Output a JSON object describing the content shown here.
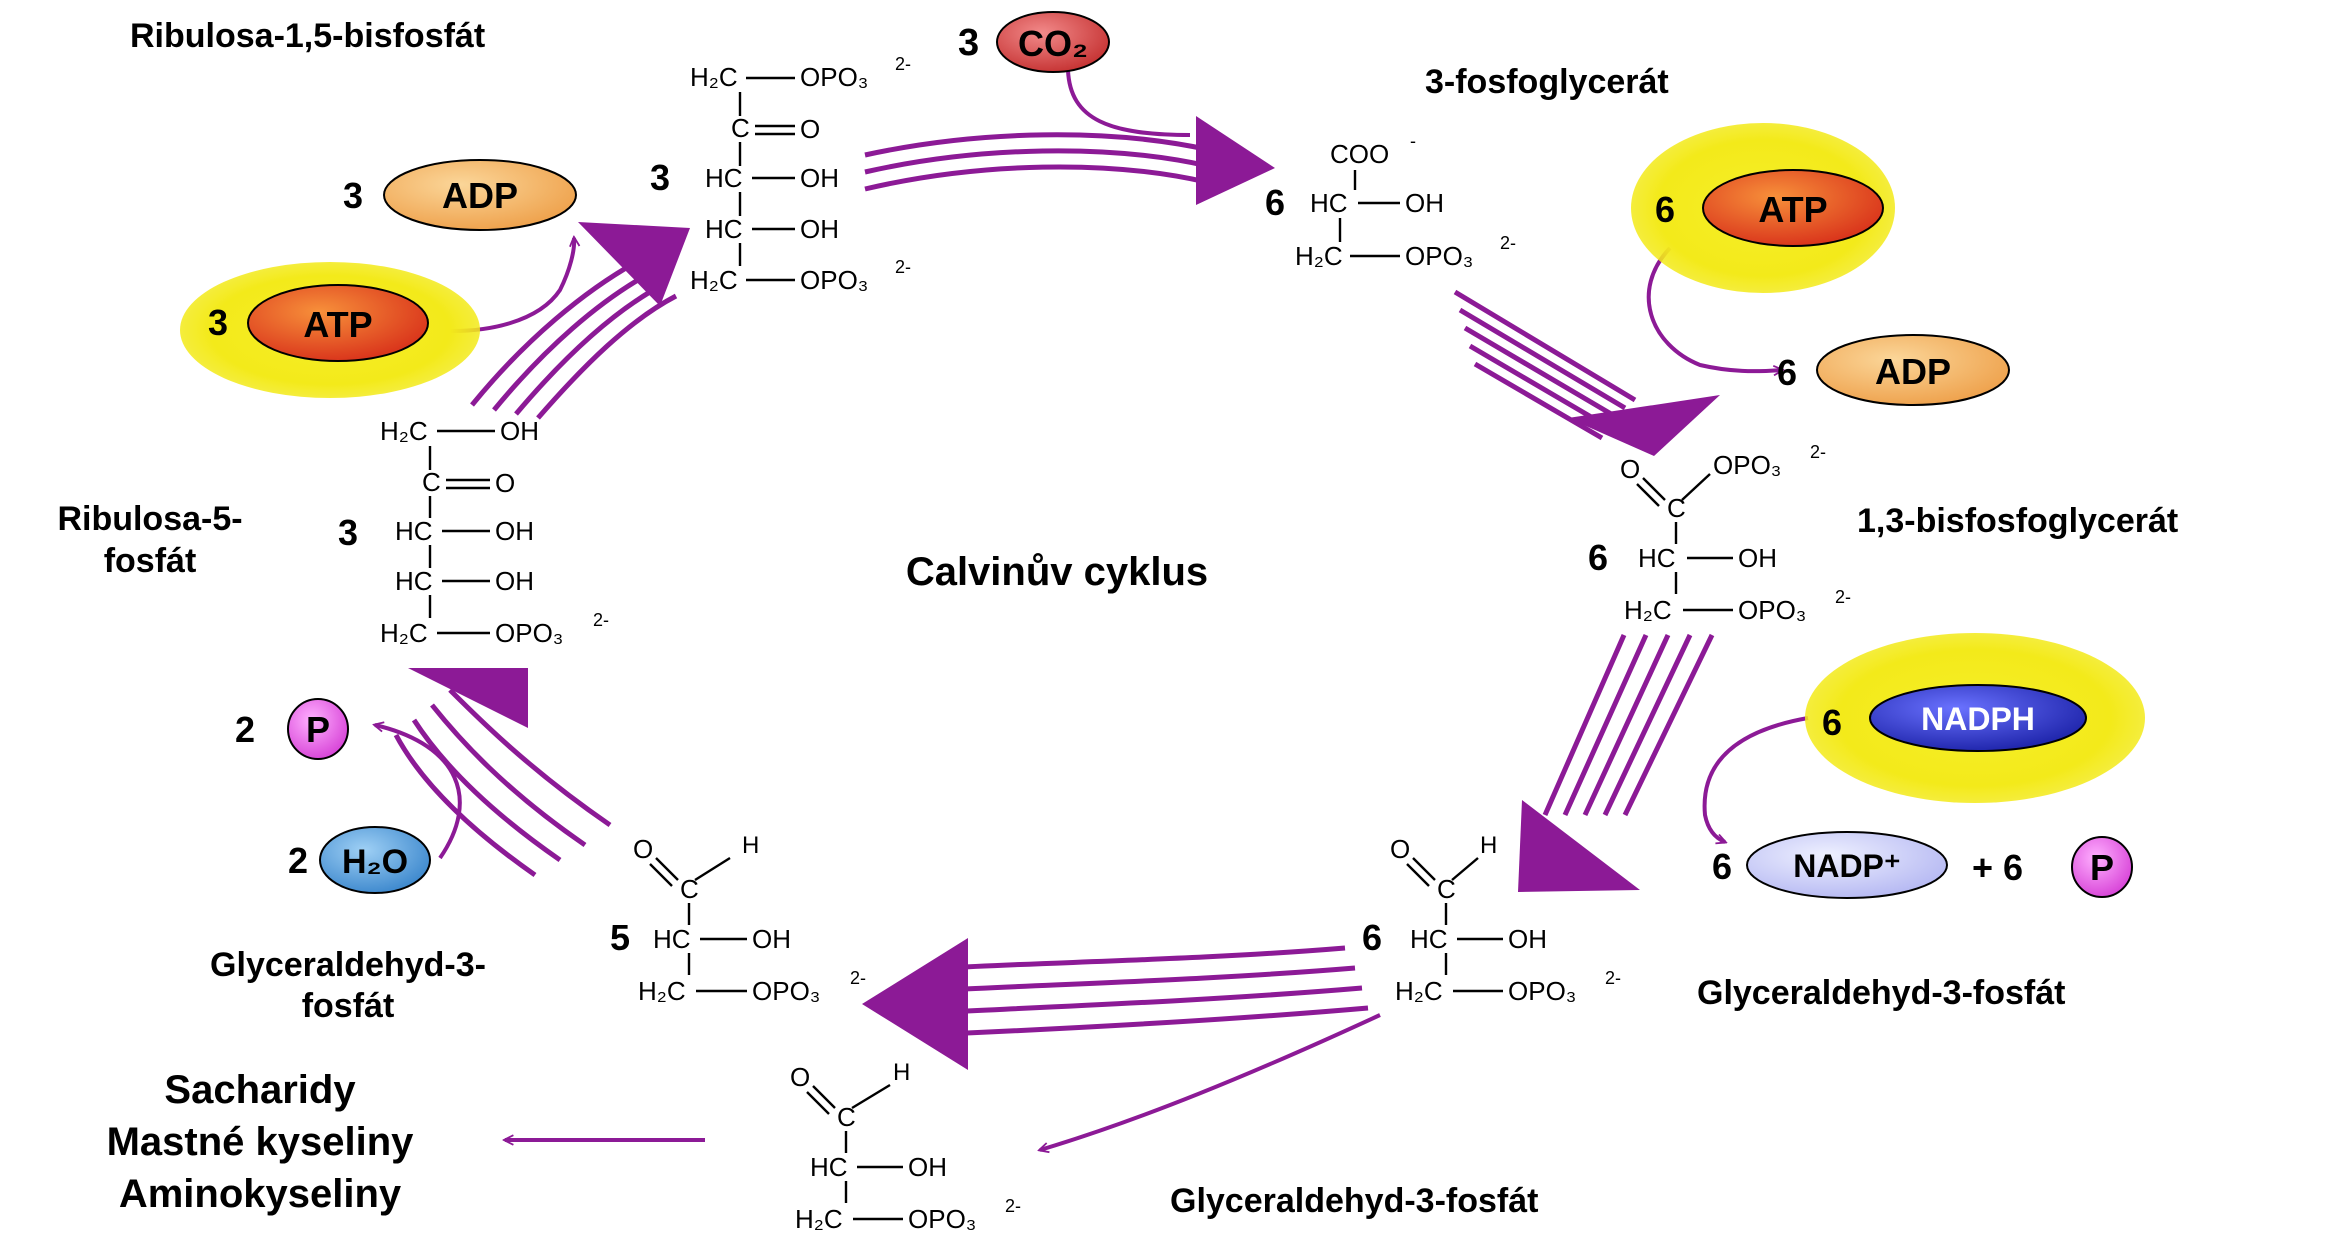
{
  "title": "Calvinův cyklus",
  "colors": {
    "arrow": "#8c1a96",
    "highlight": "#f3ea1a",
    "atp": "#e8481e",
    "adp": "#f3b25c",
    "nadph": "#3a3fcf",
    "nadp": "#cfd0ff",
    "phosphate": "#e85be8",
    "water": "#4a9ad8",
    "co2": "#d94a4a"
  },
  "compounds": {
    "rubp": "Ribulosa-1,5-bisfosfát",
    "pga": "3-fosfoglycerát",
    "bpg": "1,3-bisfosfoglycerát",
    "g3p_right": "Glyceraldehyd-3-fosfát",
    "g3p_bottom": "Glyceraldehyd-3-fosfát",
    "g3p_left_1": "Glyceraldehyd-3-",
    "g3p_left_2": "fosfát",
    "ru5p_1": "Ribulosa-5-",
    "ru5p_2": "fosfát"
  },
  "coefficients": {
    "rubp": "3",
    "pga": "6",
    "bpg": "6",
    "g3p_right": "6",
    "g3p_left": "5",
    "ru5p": "3"
  },
  "inputs": {
    "co2": {
      "coef": "3",
      "label": "CO₂"
    },
    "atp_right": {
      "coef": "6",
      "label": "ATP"
    },
    "adp_right": {
      "coef": "6",
      "label": "ADP"
    },
    "nadph": {
      "coef": "6",
      "label": "NADPH"
    },
    "nadp": {
      "coef": "6",
      "label": "NADP⁺"
    },
    "pi_right": {
      "prefix": "+ 6",
      "label": "P"
    },
    "atp_left": {
      "coef": "3",
      "label": "ATP"
    },
    "adp_left": {
      "coef": "3",
      "label": "ADP"
    },
    "pi_left": {
      "coef": "2",
      "label": "P"
    },
    "h2o": {
      "coef": "2",
      "label": "H₂O"
    }
  },
  "outputs": [
    "Sacharidy",
    "Mastné kyseliny",
    "Aminokyseliny"
  ],
  "chem": {
    "h2c": "H₂C",
    "hc": "HC",
    "c": "C",
    "o": "O",
    "oh": "OH",
    "h": "H",
    "opo3": "OPO₃",
    "charge2": "2-",
    "coo": "COO",
    "minus": "-"
  }
}
